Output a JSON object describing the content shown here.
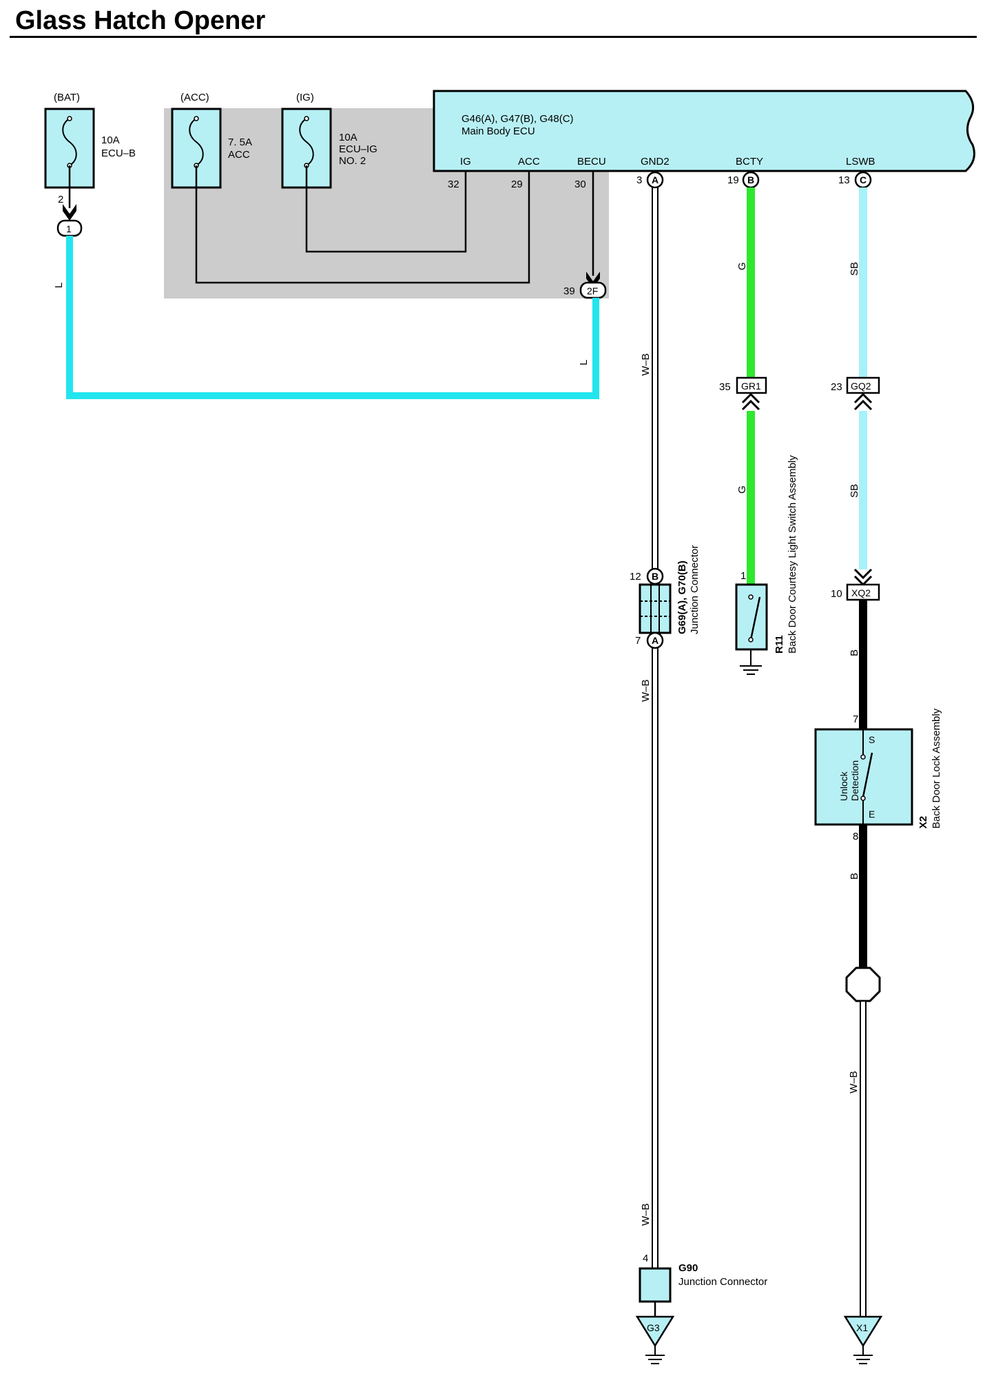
{
  "title": "Glass Hatch Opener",
  "colors": {
    "L": "#22e5ee",
    "G": "#2ee82e",
    "SB": "#a6f2fb",
    "B": "#000000",
    "W-B": "#ffffff",
    "component_fill": "#b7f0f4",
    "shaded_area": "#cccccc"
  },
  "fuses": {
    "bat": {
      "source": "(BAT)",
      "rating": "10A",
      "name": "ECU–B",
      "pin": "2",
      "connector": "1"
    },
    "acc": {
      "source": "(ACC)",
      "rating": "7. 5A",
      "name": "ACC"
    },
    "ig": {
      "source": "(IG)",
      "rating": "10A",
      "name": "ECU–IG",
      "name2": "NO. 2"
    }
  },
  "ecu": {
    "ids": "G46(A), G47(B), G48(C)",
    "name": "Main Body ECU",
    "terminals": {
      "ig": {
        "label": "IG",
        "pin": "32"
      },
      "acc": {
        "label": "ACC",
        "pin": "29"
      },
      "becu": {
        "label": "BECU",
        "pin": "30"
      },
      "gnd2": {
        "label": "GND2",
        "pin": "3",
        "conn": "A"
      },
      "bcty": {
        "label": "BCTY",
        "pin": "19",
        "conn": "B"
      },
      "lswb": {
        "label": "LSWB",
        "pin": "13",
        "conn": "C"
      }
    }
  },
  "wires": {
    "l": "L",
    "g": "G",
    "sb": "SB",
    "b": "B",
    "wb": "W–B"
  },
  "connectors": {
    "c2f": {
      "pin": "39",
      "id": "2F"
    },
    "gr1": {
      "pin": "35",
      "id": "GR1"
    },
    "gq2": {
      "pin": "23",
      "id": "GQ2"
    },
    "xq2": {
      "pin": "10",
      "id": "XQ2"
    }
  },
  "junction_g69": {
    "id": "G69(A), G70(B)",
    "name": "Junction Connector",
    "pin_top": "12",
    "conn_top": "B",
    "pin_bottom": "7",
    "conn_bottom": "A"
  },
  "switch_r11": {
    "id": "R11",
    "name": "Back Door Courtesy Light Switch Assembly",
    "pin": "1"
  },
  "lock_x2": {
    "id": "X2",
    "name": "Back Door Lock Assembly",
    "inner_label1": "Unlock",
    "inner_label2": "Detection",
    "term_s": "S",
    "term_e": "E",
    "pin_top": "7",
    "pin_bottom": "8"
  },
  "junction_g90": {
    "id": "G90",
    "name": "Junction Connector",
    "pin": "4"
  },
  "grounds": {
    "g3": "G3",
    "x1": "X1"
  }
}
